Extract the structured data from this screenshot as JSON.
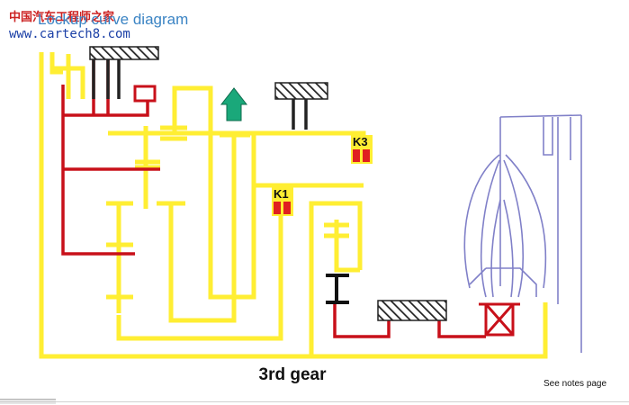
{
  "watermark": {
    "chinese": "中国汽车工程师之家",
    "title": "Lockup curve diagram",
    "url": "www.cartech8.com"
  },
  "labels": {
    "clutch_k1": "K1",
    "clutch_k3": "K3"
  },
  "caption": "3rd gear",
  "notes": "See notes page",
  "colors": {
    "power_flow": "#ffee33",
    "reaction": "#c8101a",
    "converter": "#8080c8",
    "housing": "#222222",
    "output_arrow": "#1aa87a",
    "clutch_pack": "#e02020"
  }
}
